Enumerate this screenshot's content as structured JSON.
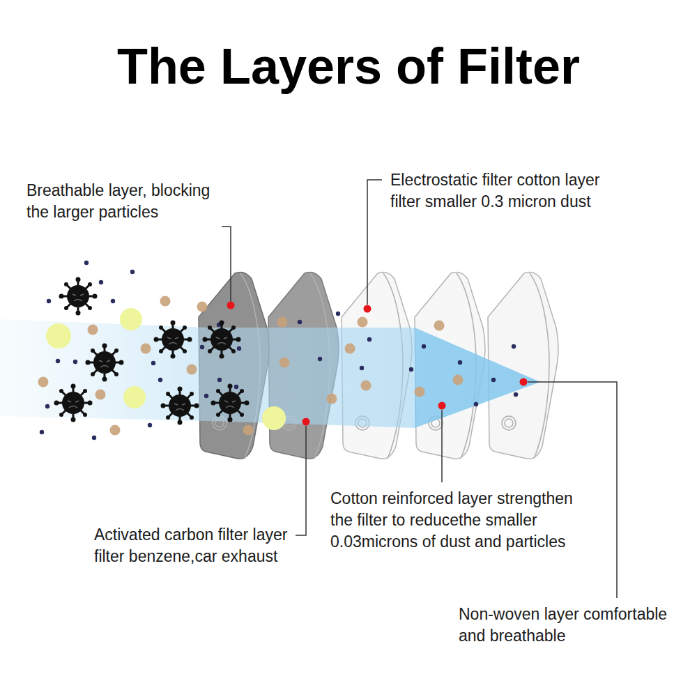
{
  "diagram": {
    "title": "The Layers of Filter",
    "labels": [
      "Breathable layer, blocking the larger particles",
      "Electrostatic filter cotton layer filter smaller 0.3 micron dust",
      "Activated carbon filter layer filter benzene,car exhaust",
      "Cotton reinforced layer strengthen the filter to reducethe smaller 0.03microns of dust and particles",
      "Non-woven layer comfortable and breathable"
    ]
  }
}
